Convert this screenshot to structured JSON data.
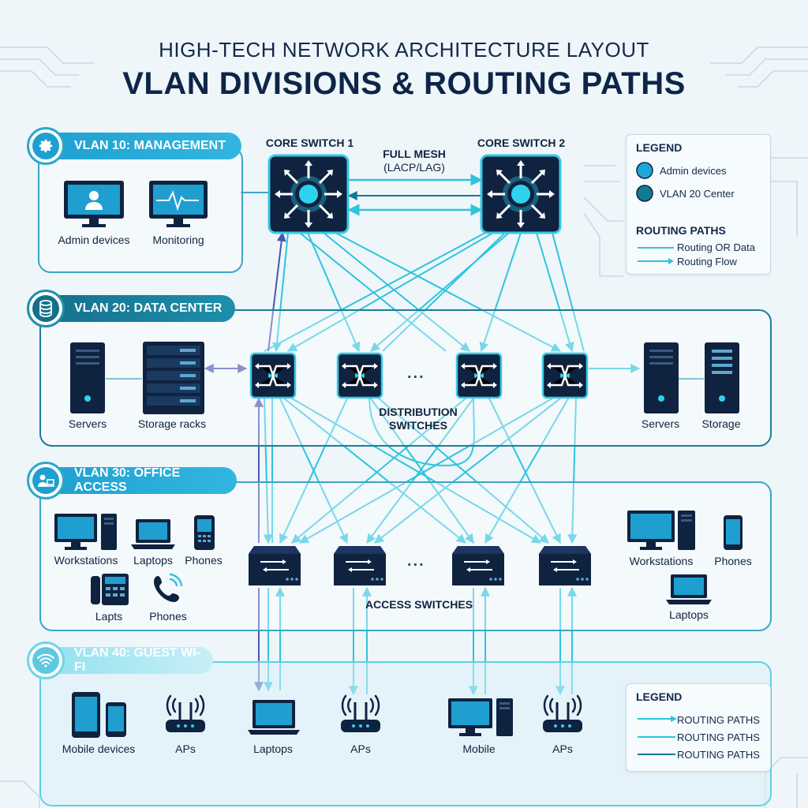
{
  "header": {
    "subtitle": "HIGH-TECH NETWORK ARCHITECTURE LAYOUT",
    "title": "VLAN DIVISIONS & ROUTING PATHS"
  },
  "vlans": {
    "v10": {
      "label": "VLAN 10: MANAGEMENT",
      "devices": [
        "Admin devices",
        "Monitoring"
      ]
    },
    "v20": {
      "label": "VLAN 20: DATA CENTER",
      "devices": [
        "Servers",
        "Storage racks",
        "Servers",
        "Storage"
      ]
    },
    "v30": {
      "label": "VLAN 30: OFFICE ACCESS",
      "devices": [
        "Workstations",
        "Laptops",
        "Phones",
        "Lapts",
        "Phones",
        "Workstations",
        "Phones",
        "Laptops"
      ]
    },
    "v40": {
      "label": "VLAN 40: GUEST WI-FI",
      "devices": [
        "Mobile devices",
        "APs",
        "Laptops",
        "APs",
        "Mobile",
        "APs"
      ]
    }
  },
  "core": {
    "left": "CORE SWITCH 1",
    "right": "CORE SWITCH 2",
    "mesh": "FULL MESH",
    "mesh_sub": "(LACP/LAG)"
  },
  "distribution_label": "DISTRIBUTION SWITCHES",
  "access_label": "ACCESS SWITCHES",
  "ellipsis": "...",
  "legend1": {
    "title": "LEGEND",
    "items": [
      "Admin devices",
      "VLAN 20 Center"
    ],
    "section": "ROUTING PATHS",
    "paths": [
      "Routing OR Data",
      "Routing Flow"
    ]
  },
  "legend2": {
    "title": "LEGEND",
    "paths": [
      "ROUTING PATHS",
      "ROUTING PATHS",
      "ROUTING PATHS"
    ]
  },
  "colors": {
    "accent": "#1fb5d6",
    "dark": "#0f2240",
    "link": "#2ec4dd",
    "purple": "#4a55b0",
    "teal": "#147a94"
  }
}
